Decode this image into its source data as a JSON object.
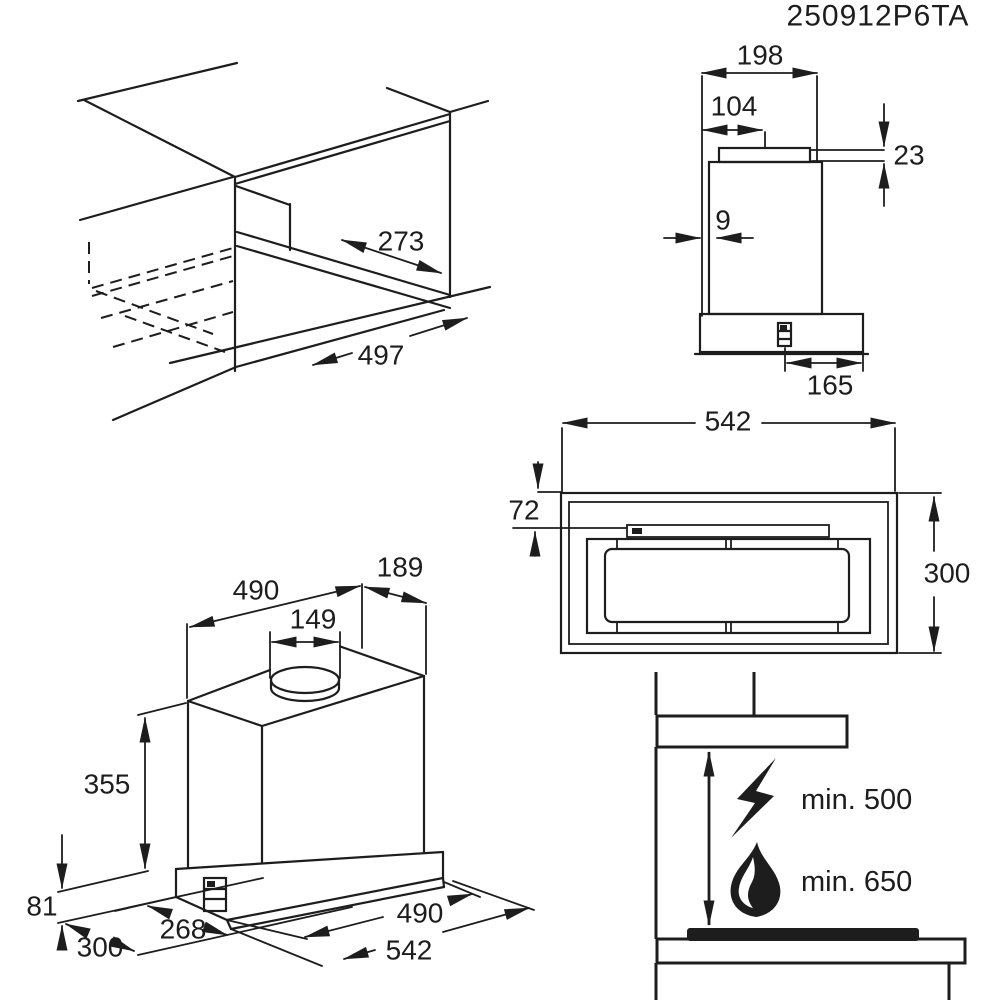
{
  "page": {
    "code": "250912P6TA",
    "background": "#ffffff",
    "line_color": "#1d1d1d"
  },
  "views": {
    "cabinet_cutout": {
      "description": "isometric cabinet niche cut-out",
      "dims": {
        "opening_depth": "273",
        "opening_width": "497"
      }
    },
    "hood_side": {
      "description": "side elevation of hood",
      "dims": {
        "top_depth": "198",
        "duct_offset": "104",
        "flange_height": "23",
        "rear_gap": "9",
        "switch_offset": "165"
      }
    },
    "hood_bottom": {
      "description": "bottom view with grease filter",
      "dims": {
        "width": "542",
        "bracket_offset": "72",
        "depth": "300"
      }
    },
    "hood_isometric": {
      "description": "isometric view of hood body",
      "dims": {
        "top_width": "490",
        "top_depth": "189",
        "duct_diameter": "149",
        "body_height": "355",
        "visor_height": "81",
        "depth": "300",
        "inner_depth": "268",
        "bottom_width": "490",
        "total_width": "542"
      }
    },
    "clearances": {
      "electric_hob": "min. 500",
      "gas_hob": "min. 650"
    }
  }
}
